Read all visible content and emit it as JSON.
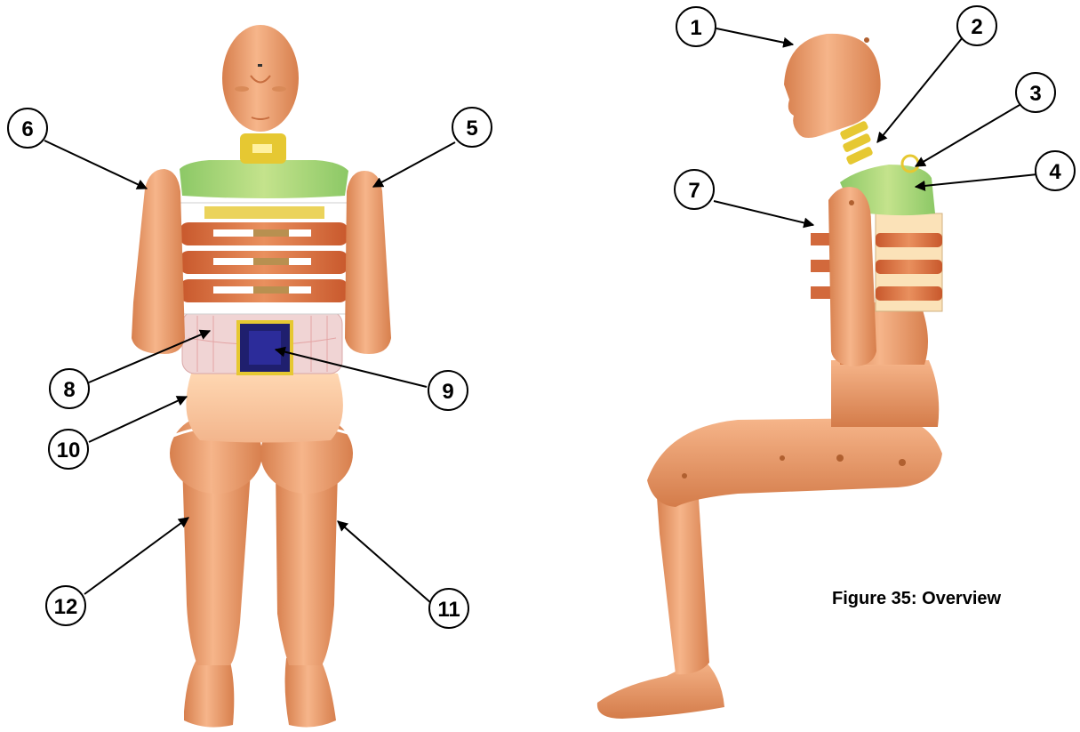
{
  "caption": "Figure 35: Overview",
  "colors": {
    "skin": "#f0a878",
    "skin_dark": "#d8804e",
    "shoulder": "#9fd17a",
    "neck": "#e6c832",
    "rib": "#d2693c",
    "lumbar": "#1e1e6e"
  },
  "callouts": [
    {
      "id": 1,
      "label": "1"
    },
    {
      "id": 2,
      "label": "2"
    },
    {
      "id": 3,
      "label": "3"
    },
    {
      "id": 4,
      "label": "4"
    },
    {
      "id": 5,
      "label": "5"
    },
    {
      "id": 6,
      "label": "6"
    },
    {
      "id": 7,
      "label": "7"
    },
    {
      "id": 8,
      "label": "8"
    },
    {
      "id": 9,
      "label": "9"
    },
    {
      "id": 10,
      "label": "10"
    },
    {
      "id": 11,
      "label": "11"
    },
    {
      "id": 12,
      "label": "12"
    }
  ]
}
